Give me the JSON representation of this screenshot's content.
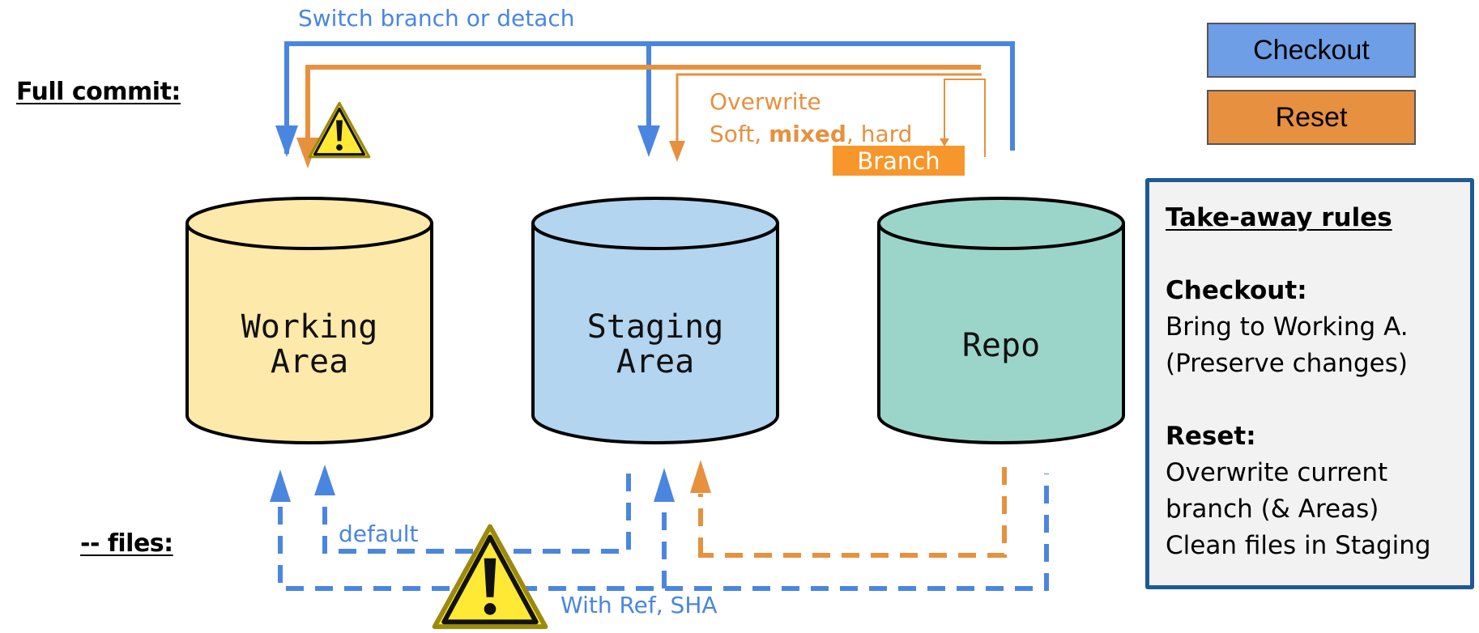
{
  "labels": {
    "full_commit": "Full commit:",
    "files": "-- files:"
  },
  "arrows": {
    "switch_branch": "Switch branch or detach",
    "overwrite": "Overwrite",
    "reset_modes": {
      "soft": "Soft, ",
      "mixed": "mixed",
      "hard": ", hard"
    },
    "branch": "Branch",
    "default": "default",
    "with_ref_sha": "With Ref, SHA"
  },
  "areas": [
    {
      "name": "working",
      "lines": [
        "Working",
        "Area"
      ],
      "color": "#fde9a9"
    },
    {
      "name": "staging",
      "lines": [
        "Staging",
        "Area"
      ],
      "color": "#b3d5ef"
    },
    {
      "name": "repo",
      "lines": [
        "Repo"
      ],
      "color": "#9bd5c9"
    }
  ],
  "legend": {
    "checkout": {
      "label": "Checkout",
      "color": "#6d9ee6"
    },
    "reset": {
      "label": "Reset",
      "color": "#e69040"
    }
  },
  "colors": {
    "checkout_line": "#4a86e0",
    "reset_line": "#e6913e",
    "branch_fill": "#f7962a",
    "rules_border": "#1d5a96"
  },
  "rules": {
    "title": "Take-away rules",
    "checkout_heading": "Checkout:",
    "checkout_lines": [
      "Bring to Working A.",
      "(Preserve changes)"
    ],
    "reset_heading": "Reset:",
    "reset_lines": [
      "Overwrite current",
      "branch (& Areas)",
      "Clean files in Staging"
    ]
  },
  "icons": {
    "warning_small": "warning-icon",
    "warning_large": "warning-icon"
  }
}
